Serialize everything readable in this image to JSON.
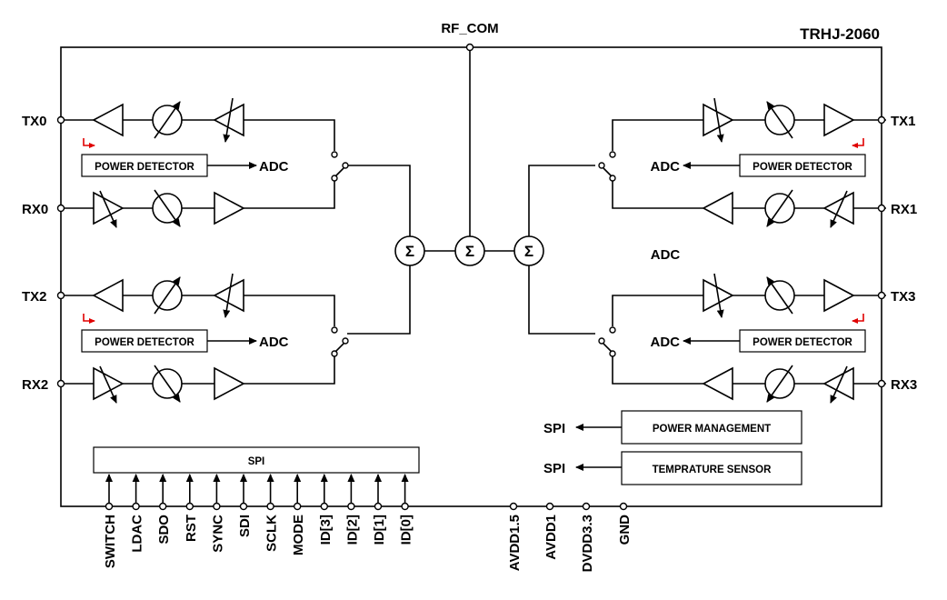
{
  "title": "TRHJ-2060",
  "rf_com": "RF_COM",
  "ports": {
    "tx0": "TX0",
    "rx0": "RX0",
    "tx2": "TX2",
    "rx2": "RX2",
    "tx1": "TX1",
    "rx1": "RX1",
    "tx3": "TX3",
    "rx3": "RX3"
  },
  "power_detector": "POWER DETECTOR",
  "adc": "ADC",
  "sigma": "Σ",
  "spi": "SPI",
  "power_management": "POWER MANAGEMENT",
  "temperature_sensor": "TEMPRATURE SENSOR",
  "bottom_pins": [
    "SWITCH",
    "LDAC",
    "SDO",
    "RST",
    "SYNC",
    "SDI",
    "SCLK",
    "MODE",
    "ID[3]",
    "ID[2]",
    "ID[1]",
    "ID[0]"
  ],
  "power_pins": [
    "AVDD1.5",
    "AVDD1",
    "DVDD3.3",
    "GND"
  ],
  "colors": {
    "line": "#000000",
    "marker": "#e00000",
    "background": "#ffffff"
  }
}
